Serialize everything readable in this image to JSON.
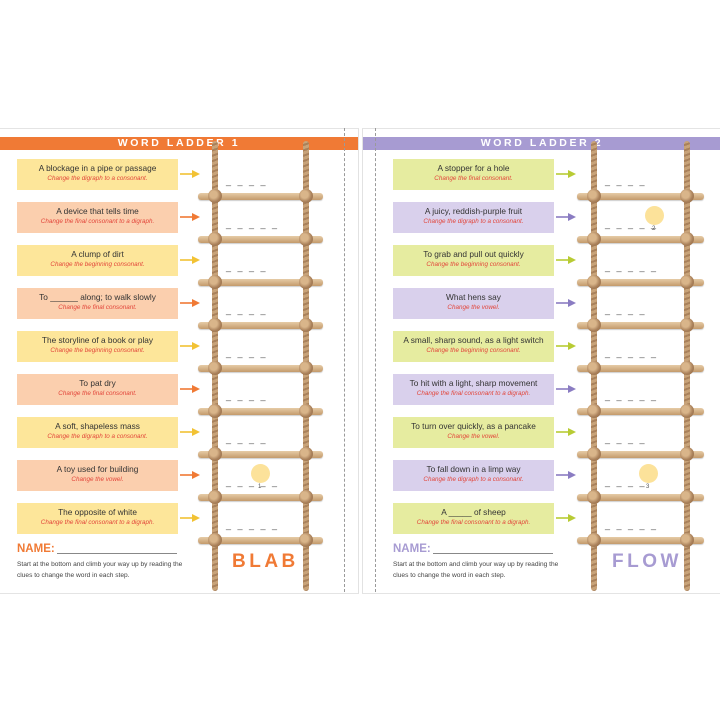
{
  "ladder1": {
    "title": "WORD LADDER 1",
    "start_word": "BLAB",
    "name_label": "NAME:",
    "instructions": "Start at the bottom and climb your way up by reading the clues to change the word in each step.",
    "marker_number": "1",
    "accent_color": "#f07a35",
    "clues": [
      {
        "text": "A blockage in a pipe or passage",
        "hint": "Change the digraph to a consonant.",
        "color": "#fde69a",
        "arrow": "#f2c234"
      },
      {
        "text": "A device that tells time",
        "hint": "Change the final consonant to a digraph.",
        "color": "#fbcfae",
        "arrow": "#f07a35"
      },
      {
        "text": "A clump of dirt",
        "hint": "Change the beginning consonant.",
        "color": "#fde69a",
        "arrow": "#f2c234"
      },
      {
        "text": "To ______ along; to walk slowly",
        "hint": "Change the final consonant.",
        "color": "#fbcfae",
        "arrow": "#f07a35"
      },
      {
        "text": "The storyline of a book or play",
        "hint": "Change the beginning consonant.",
        "color": "#fde69a",
        "arrow": "#f2c234"
      },
      {
        "text": "To pat dry",
        "hint": "Change the final consonant.",
        "color": "#fbcfae",
        "arrow": "#f07a35"
      },
      {
        "text": "A soft, shapeless mass",
        "hint": "Change the digraph to a consonant.",
        "color": "#fde69a",
        "arrow": "#f2c234"
      },
      {
        "text": "A toy used for building",
        "hint": "Change the vowel.",
        "color": "#fbcfae",
        "arrow": "#f07a35"
      },
      {
        "text": "The opposite of white",
        "hint": "Change the final consonant to a digraph.",
        "color": "#fde69a",
        "arrow": "#f2c234"
      }
    ],
    "blanks": [
      "_ _ _ _",
      "_ _ _ _ _",
      "_ _ _ _",
      "_ _ _ _",
      "_ _ _ _",
      "_ _ _ _",
      "_ _ _ _",
      "_ _ _ _ _",
      "_ _ _ _ _"
    ]
  },
  "ladder2": {
    "title": "WORD LADDER 2",
    "start_word": "FLOW",
    "name_label": "NAME:",
    "instructions": "Start at the bottom and climb your way up by reading the clues to change the word in each step.",
    "marker_numbers": [
      "2",
      "3"
    ],
    "accent_color": "#a79bd2",
    "clues": [
      {
        "text": "A stopper for a hole",
        "hint": "Change the final consonant.",
        "color": "#e6eca0",
        "arrow": "#b8cb34"
      },
      {
        "text": "A juicy, reddish-purple fruit",
        "hint": "Change the digraph to a consonant.",
        "color": "#d9d0ec",
        "arrow": "#8a7cc2"
      },
      {
        "text": "To grab and pull out quickly",
        "hint": "Change the beginning consonant.",
        "color": "#e6eca0",
        "arrow": "#b8cb34"
      },
      {
        "text": "What hens say",
        "hint": "Change the vowel.",
        "color": "#d9d0ec",
        "arrow": "#8a7cc2"
      },
      {
        "text": "A small, sharp sound, as a light switch",
        "hint": "Change the beginning consonant.",
        "color": "#e6eca0",
        "arrow": "#b8cb34"
      },
      {
        "text": "To hit with a light, sharp movement",
        "hint": "Change the final consonant to a digraph.",
        "color": "#d9d0ec",
        "arrow": "#8a7cc2"
      },
      {
        "text": "To turn over quickly, as a pancake",
        "hint": "Change the vowel.",
        "color": "#e6eca0",
        "arrow": "#b8cb34"
      },
      {
        "text": "To fall down in a limp way",
        "hint": "Change the digraph to a consonant.",
        "color": "#d9d0ec",
        "arrow": "#8a7cc2"
      },
      {
        "text": "A _____ of sheep",
        "hint": "Change the final consonant to a digraph.",
        "color": "#e6eca0",
        "arrow": "#b8cb34"
      }
    ],
    "blanks": [
      "_ _ _ _",
      "_ _ _ _ _",
      "_ _ _ _ _",
      "_ _ _ _",
      "_ _ _ _ _",
      "_ _ _ _ _",
      "_ _ _ _",
      "_ _ _ _",
      "_ _ _ _ _"
    ]
  }
}
